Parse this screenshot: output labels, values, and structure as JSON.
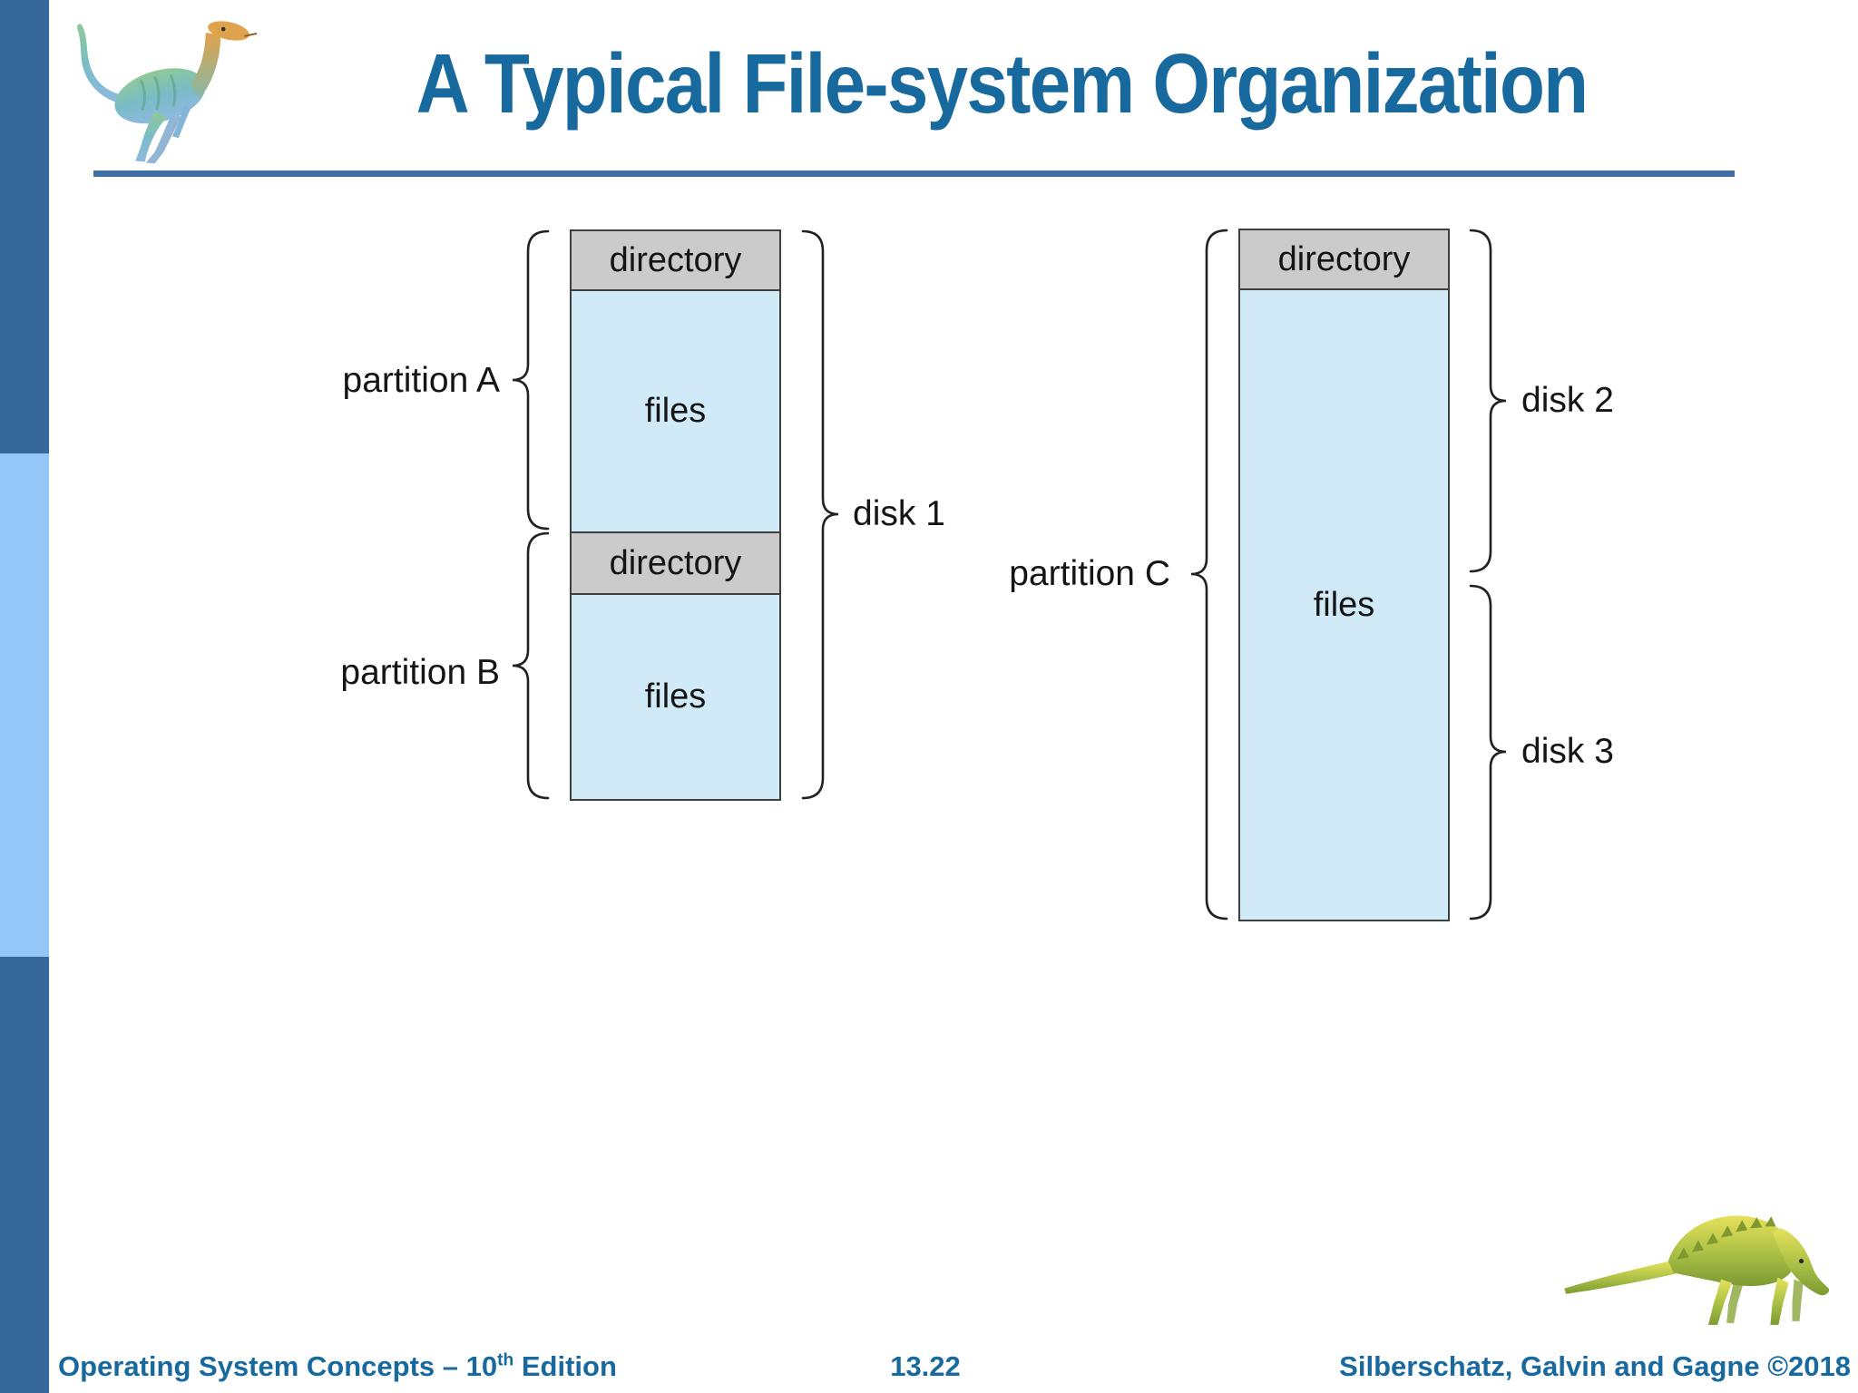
{
  "slide": {
    "title": "A Typical File-system Organization"
  },
  "diagram": {
    "left_column": {
      "disk_label": "disk 1",
      "partitions": [
        {
          "label": "partition A",
          "directory": "directory",
          "files": "files"
        },
        {
          "label": "partition B",
          "directory": "directory",
          "files": "files"
        }
      ]
    },
    "right_column": {
      "partition_label": "partition C",
      "directory": "directory",
      "files": "files",
      "disk_labels": [
        "disk 2",
        "disk 3"
      ]
    }
  },
  "footer": {
    "book_prefix": "Operating System Concepts – 10",
    "book_sup": "th",
    "book_suffix": " Edition",
    "page": "13.22",
    "credit": "Silberschatz, Galvin and Gagne ©2018"
  },
  "colors": {
    "accent": "#17699e",
    "rule": "#3d6fa5",
    "sidebar_dark": "#36689b",
    "sidebar_light": "#94c7f8",
    "box_gray": "#cbcbcb",
    "box_blue": "#d0eaf8",
    "box_border": "#3f3f3f",
    "label_text": "#151515"
  }
}
